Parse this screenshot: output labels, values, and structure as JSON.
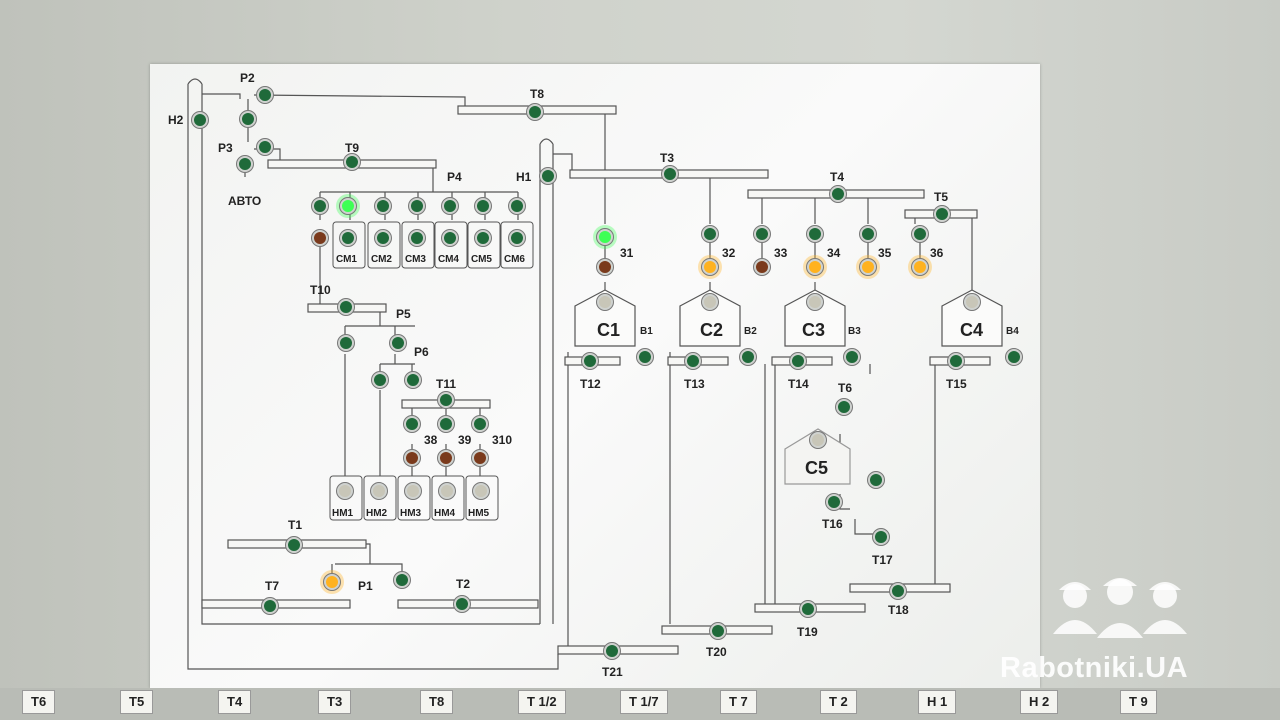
{
  "mimic": {
    "labels": {
      "H2": "Н2",
      "P2": "Р2",
      "P3": "Р3",
      "AVTO": "АВТО",
      "T9": "Т9",
      "T8": "Т8",
      "H1": "Н1",
      "P4": "Р4",
      "T3": "Т3",
      "T4": "Т4",
      "T5": "Т5",
      "CM1": "СМ1",
      "CM2": "СМ2",
      "CM3": "СМ3",
      "CM4": "СМ4",
      "CM5": "СМ5",
      "CM6": "СМ6",
      "T10": "Т10",
      "P5": "Р5",
      "P6": "Р6",
      "T11": "Т11",
      "n38": "38",
      "n39": "39",
      "n310": "310",
      "HM1": "НМ1",
      "HM2": "НМ2",
      "HM3": "НМ3",
      "HM4": "НМ4",
      "HM5": "НМ5",
      "T1": "Т1",
      "T7": "Т7",
      "P1": "Р1",
      "T2": "Т2",
      "n31": "31",
      "n32": "32",
      "n33": "33",
      "n34": "34",
      "n35": "35",
      "n36": "36",
      "C1": "С1",
      "C2": "С2",
      "C3": "С3",
      "C4": "С4",
      "C5": "С5",
      "B1": "В1",
      "B2": "В2",
      "B3": "В3",
      "B4": "В4",
      "T12": "Т12",
      "T13": "Т13",
      "T14": "Т14",
      "T15": "Т15",
      "T6m": "Т6",
      "T16": "Т16",
      "T17": "Т17",
      "T18": "Т18",
      "T19": "Т19",
      "T20": "Т20",
      "T21": "Т21"
    },
    "lamp_colors": {
      "off_green": "#1f6a3a",
      "on_green": "#3dff55",
      "off_brown": "#7a3a1c",
      "on_amber": "#ffb21f",
      "off_white": "#c8c6b8"
    }
  },
  "bottom_tags": [
    "Т6",
    "Т5",
    "Т4",
    "Т3",
    "Т8",
    "Т 1/2",
    "Т 1/7",
    "Т 7",
    "Т 2",
    "Н 1",
    "Н 2",
    "Т 9"
  ],
  "watermark": {
    "text": "Rabotniki.UA",
    "icon": "hardhat-workers-icon"
  }
}
